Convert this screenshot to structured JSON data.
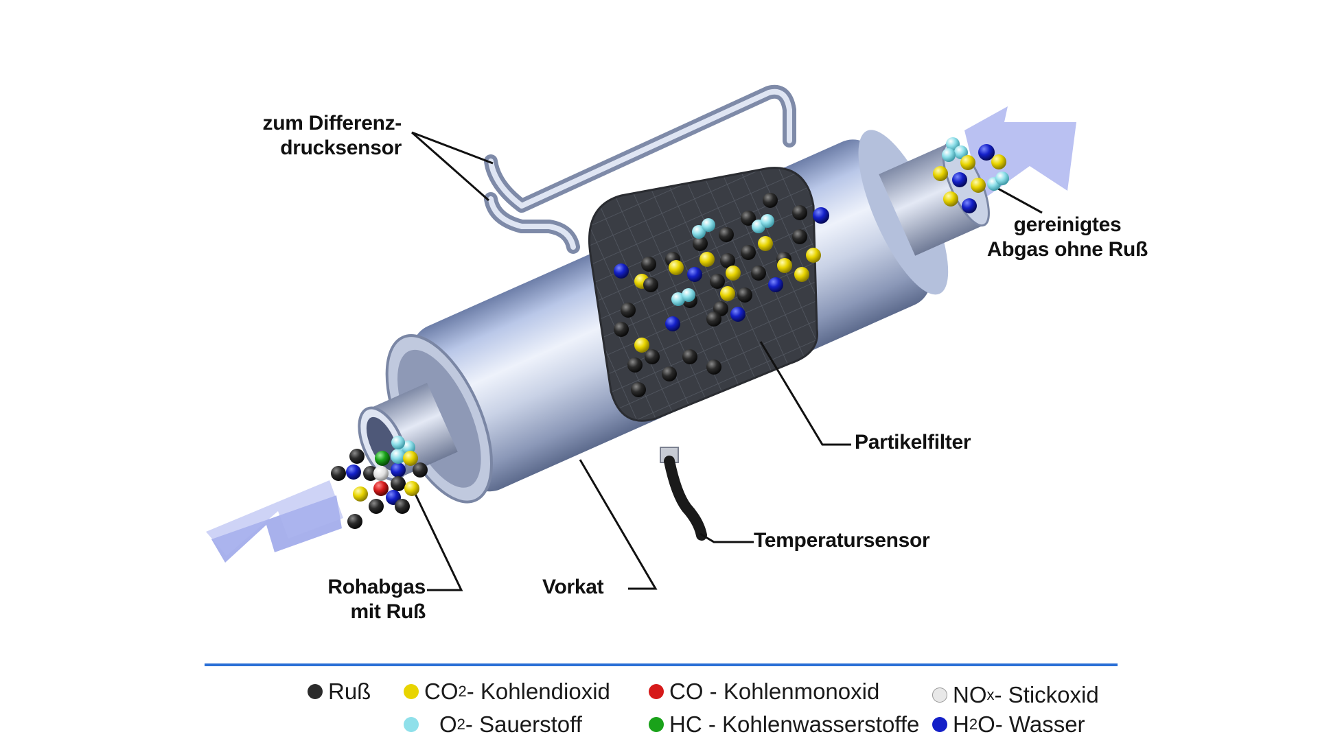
{
  "labels": {
    "differenz_line1": "zum Differenz-",
    "differenz_line2": "drucksensor",
    "gereinigt_line1": "gereinigtes",
    "gereinigt_line2": "Abgas ohne Ruß",
    "partikelfilter": "Partikelfilter",
    "temperatursensor": "Temperatursensor",
    "vorkat": "Vorkat",
    "rohabgas_line1": "Rohabgas",
    "rohabgas_line2": "mit Ruß"
  },
  "legend": {
    "soot": {
      "text": "Ruß",
      "color": "#2b2b2b"
    },
    "co2": {
      "formula": "CO",
      "sub": "2",
      "desc": " - Kohlendioxid",
      "color": "#e8d400"
    },
    "o2": {
      "formula": "O",
      "sub": "2",
      "desc": " - Sauerstoff",
      "color": "#8fe0ea"
    },
    "co": {
      "text": "CO - Kohlenmonoxid",
      "color": "#d61a1a"
    },
    "hc": {
      "text": "HC - Kohlenwasserstoffe",
      "color": "#1aa21a"
    },
    "nox": {
      "formula": "NO",
      "sub": "x",
      "desc": " - Stickoxid",
      "color": "#e8e8e8"
    },
    "h2o": {
      "formula": "H",
      "sub": "2",
      "formula2": "O",
      "desc": " - Wasser",
      "color": "#1420c8"
    }
  },
  "colors": {
    "arrow": "#9fa8ea",
    "legend_rule": "#2a6fd6"
  }
}
